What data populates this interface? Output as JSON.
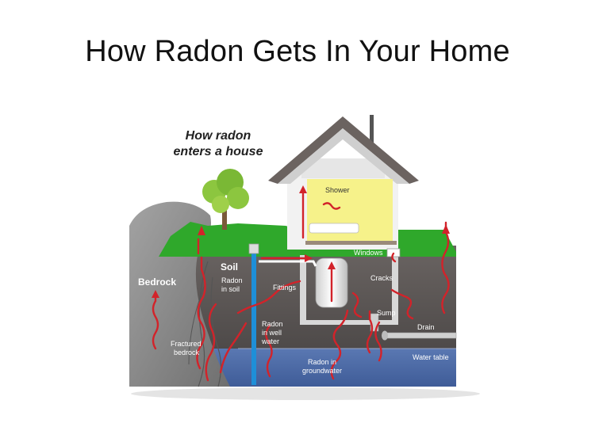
{
  "title": "How Radon Gets In Your Home",
  "diagram": {
    "subtitle_line1": "How radon",
    "subtitle_line2": "enters a house",
    "labels": {
      "bedrock": "Bedrock",
      "soil": "Soil",
      "radon_in_soil_1": "Radon",
      "radon_in_soil_2": "in soil",
      "fittings": "Fittings",
      "shower": "Shower",
      "windows": "Windows",
      "cracks": "Cracks",
      "sump": "Sump",
      "drain": "Drain",
      "water_table": "Water table",
      "fractured_1": "Fractured",
      "fractured_2": "bedrock",
      "radon_well_1": "Radon",
      "radon_well_2": "in well",
      "radon_well_3": "water",
      "radon_ground_1": "Radon in",
      "radon_ground_2": "groundwater"
    },
    "colors": {
      "grass": "#2fa82b",
      "soil": "#5d5856",
      "groundwater": "#4f6da8",
      "bedrock": "#8b8b8b",
      "roof": "#6b6360",
      "wall": "#f2f2f2",
      "room": "#f6f28a",
      "radon_arrow": "#d2232a",
      "well_pipe": "#1e8fd8"
    }
  }
}
